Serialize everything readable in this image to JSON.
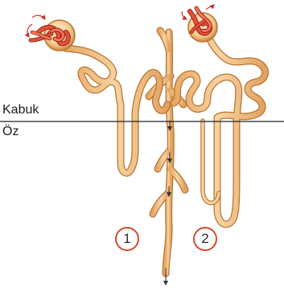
{
  "labels": {
    "cortex": "Kabuk",
    "medulla": "Öz"
  },
  "markers": {
    "first": "1",
    "second": "2"
  },
  "colors": {
    "tubule_fill": "#f2c38a",
    "tubule_edge": "#b8742e",
    "glomerulus": "#d9442b",
    "capsule": "#f4c98b",
    "arrow": "#d02a2a",
    "divider": "#222222",
    "marker_ring": "#d44a2a"
  }
}
